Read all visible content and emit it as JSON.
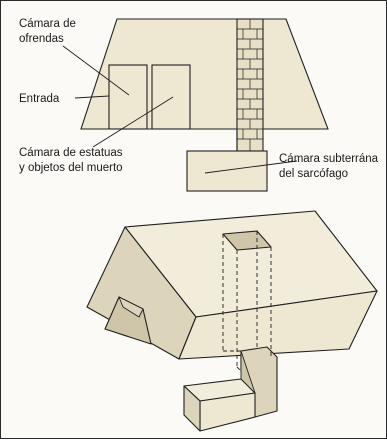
{
  "labels": {
    "offerings_chamber": [
      "Cámara de",
      "ofrendas"
    ],
    "entrance": "Entrada",
    "statue_chamber": [
      "Cámara de estatuas",
      "y objetos del muerto"
    ],
    "burial_chamber": [
      "Cámara subterrána",
      "del sarcófago"
    ]
  },
  "colors": {
    "fill": "#eee8d2",
    "fill_shade": "#ddd5bb",
    "fill_dark": "#cfc6a9",
    "stroke": "#1f1f1f",
    "brick": "#e7e0c6"
  }
}
